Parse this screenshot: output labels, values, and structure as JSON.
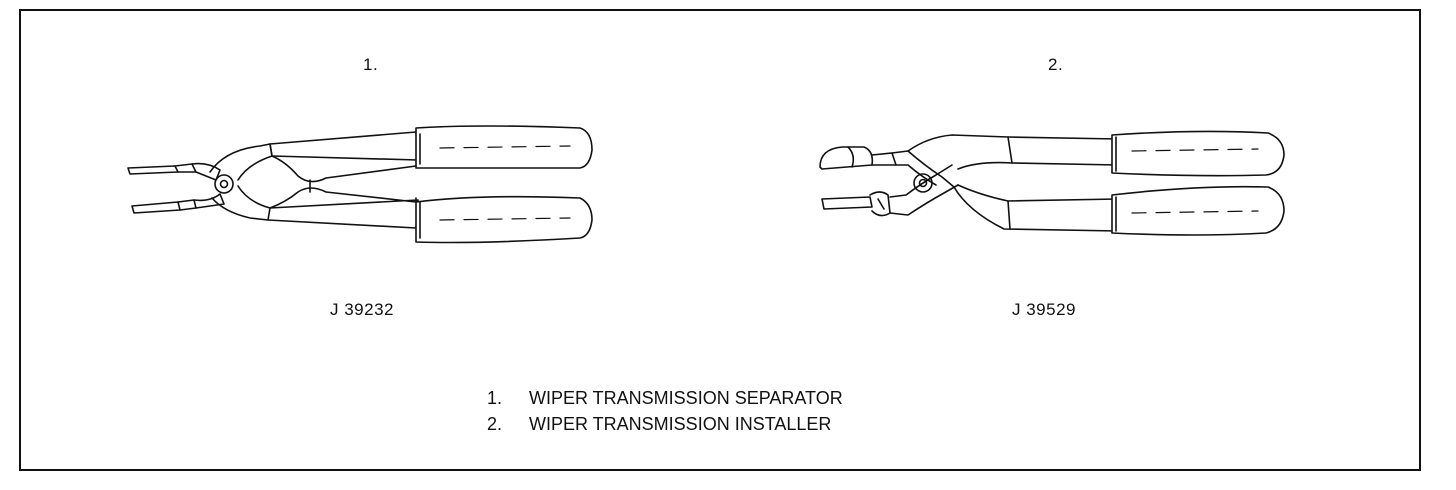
{
  "figure": {
    "tools": [
      {
        "number": "1.",
        "part_number": "J 39232",
        "icon": "pliers-separator-icon"
      },
      {
        "number": "2.",
        "part_number": "J 39529",
        "icon": "pliers-installer-icon"
      }
    ],
    "legend": [
      {
        "number": "1.",
        "label": "WIPER TRANSMISSION SEPARATOR"
      },
      {
        "number": "2.",
        "label": "WIPER TRANSMISSION INSTALLER"
      }
    ]
  }
}
